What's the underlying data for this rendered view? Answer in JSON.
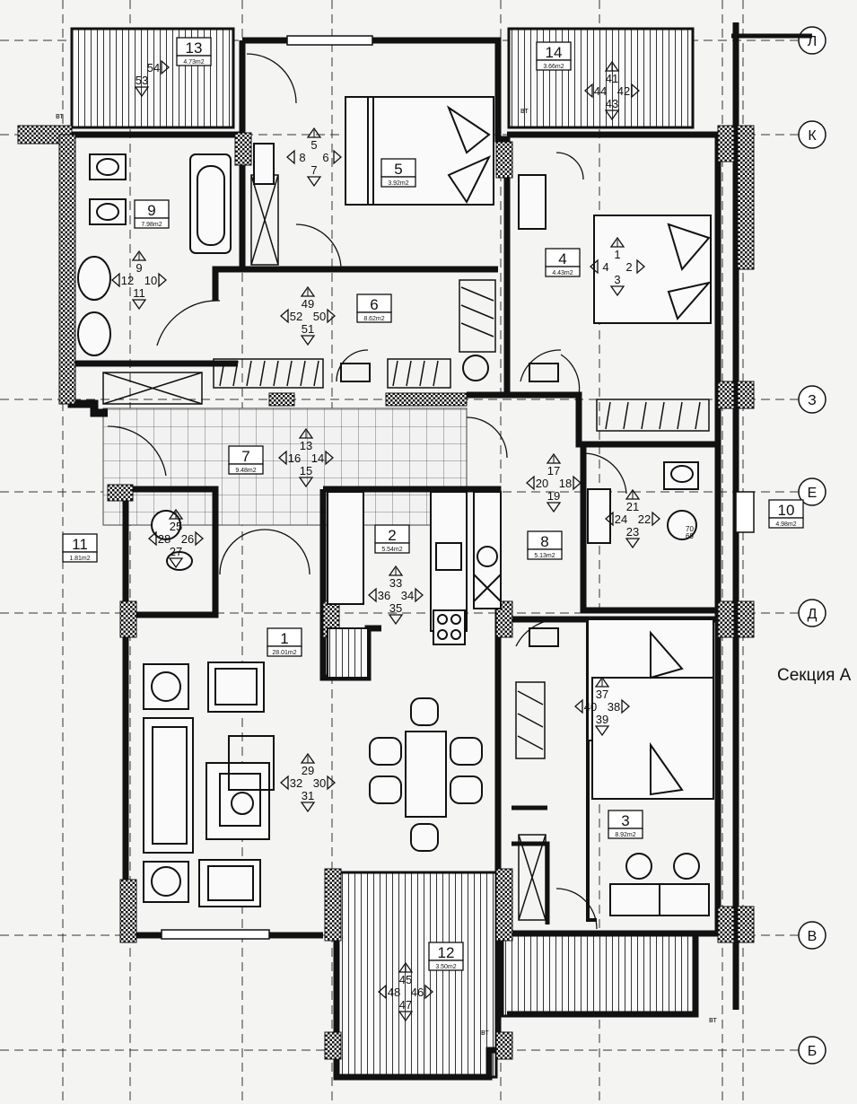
{
  "section_label": "Секция А",
  "axes": [
    {
      "label": "Л",
      "kind": "h"
    },
    {
      "label": "К",
      "kind": "h"
    },
    {
      "label": "З",
      "kind": "h"
    },
    {
      "label": "Е",
      "kind": "h"
    },
    {
      "label": "Д",
      "kind": "h"
    },
    {
      "label": "В",
      "kind": "h"
    },
    {
      "label": "Б",
      "kind": "h"
    }
  ],
  "rooms": [
    {
      "number": "1",
      "area": "28.01m2"
    },
    {
      "number": "2",
      "area": "5.54m2"
    },
    {
      "number": "3",
      "area": "8.92m2"
    },
    {
      "number": "4",
      "area": "4.43m2"
    },
    {
      "number": "5",
      "area": "3.92m2"
    },
    {
      "number": "6",
      "area": "8.62m2"
    },
    {
      "number": "7",
      "area": "9.48m2"
    },
    {
      "number": "8",
      "area": "5.13m2"
    },
    {
      "number": "9",
      "area": "7.98m2"
    },
    {
      "number": "10",
      "area": "4.98m2"
    },
    {
      "number": "11",
      "area": "1.81m2"
    },
    {
      "number": "12",
      "area": "3.50m2"
    },
    {
      "number": "13",
      "area": "4.73m2"
    },
    {
      "number": "14",
      "area": "3.66m2"
    }
  ],
  "markers": [
    {
      "top": "5",
      "left": "8",
      "right": "6",
      "bottom": "7"
    },
    {
      "top": "1",
      "left": "4",
      "right": "2",
      "bottom": "3"
    },
    {
      "top": "9",
      "left": "12",
      "right": "10",
      "bottom": "11"
    },
    {
      "top": "49",
      "left": "52",
      "right": "50",
      "bottom": "51"
    },
    {
      "top": "13",
      "left": "16",
      "right": "14",
      "bottom": "15"
    },
    {
      "top": "17",
      "left": "20",
      "right": "18",
      "bottom": "19"
    },
    {
      "top": "21",
      "left": "24",
      "right": "22",
      "bottom": "23"
    },
    {
      "top": "25",
      "left": "28",
      "right": "26",
      "bottom": "27"
    },
    {
      "top": "33",
      "left": "36",
      "right": "34",
      "bottom": "35"
    },
    {
      "top": "29",
      "left": "32",
      "right": "30",
      "bottom": "31"
    },
    {
      "top": "37",
      "left": "40",
      "right": "38",
      "bottom": "39"
    },
    {
      "top": "41",
      "left": "44",
      "right": "42",
      "bottom": "43"
    },
    {
      "top": "45",
      "left": "48",
      "right": "46",
      "bottom": "47"
    },
    {
      "top": "",
      "left": "",
      "right": "54",
      "bottom": "53"
    }
  ],
  "vt_labels": [
    "вт",
    "вт",
    "вт",
    "вт"
  ],
  "annotations": {
    "label_70": "70",
    "label_69": "69"
  }
}
